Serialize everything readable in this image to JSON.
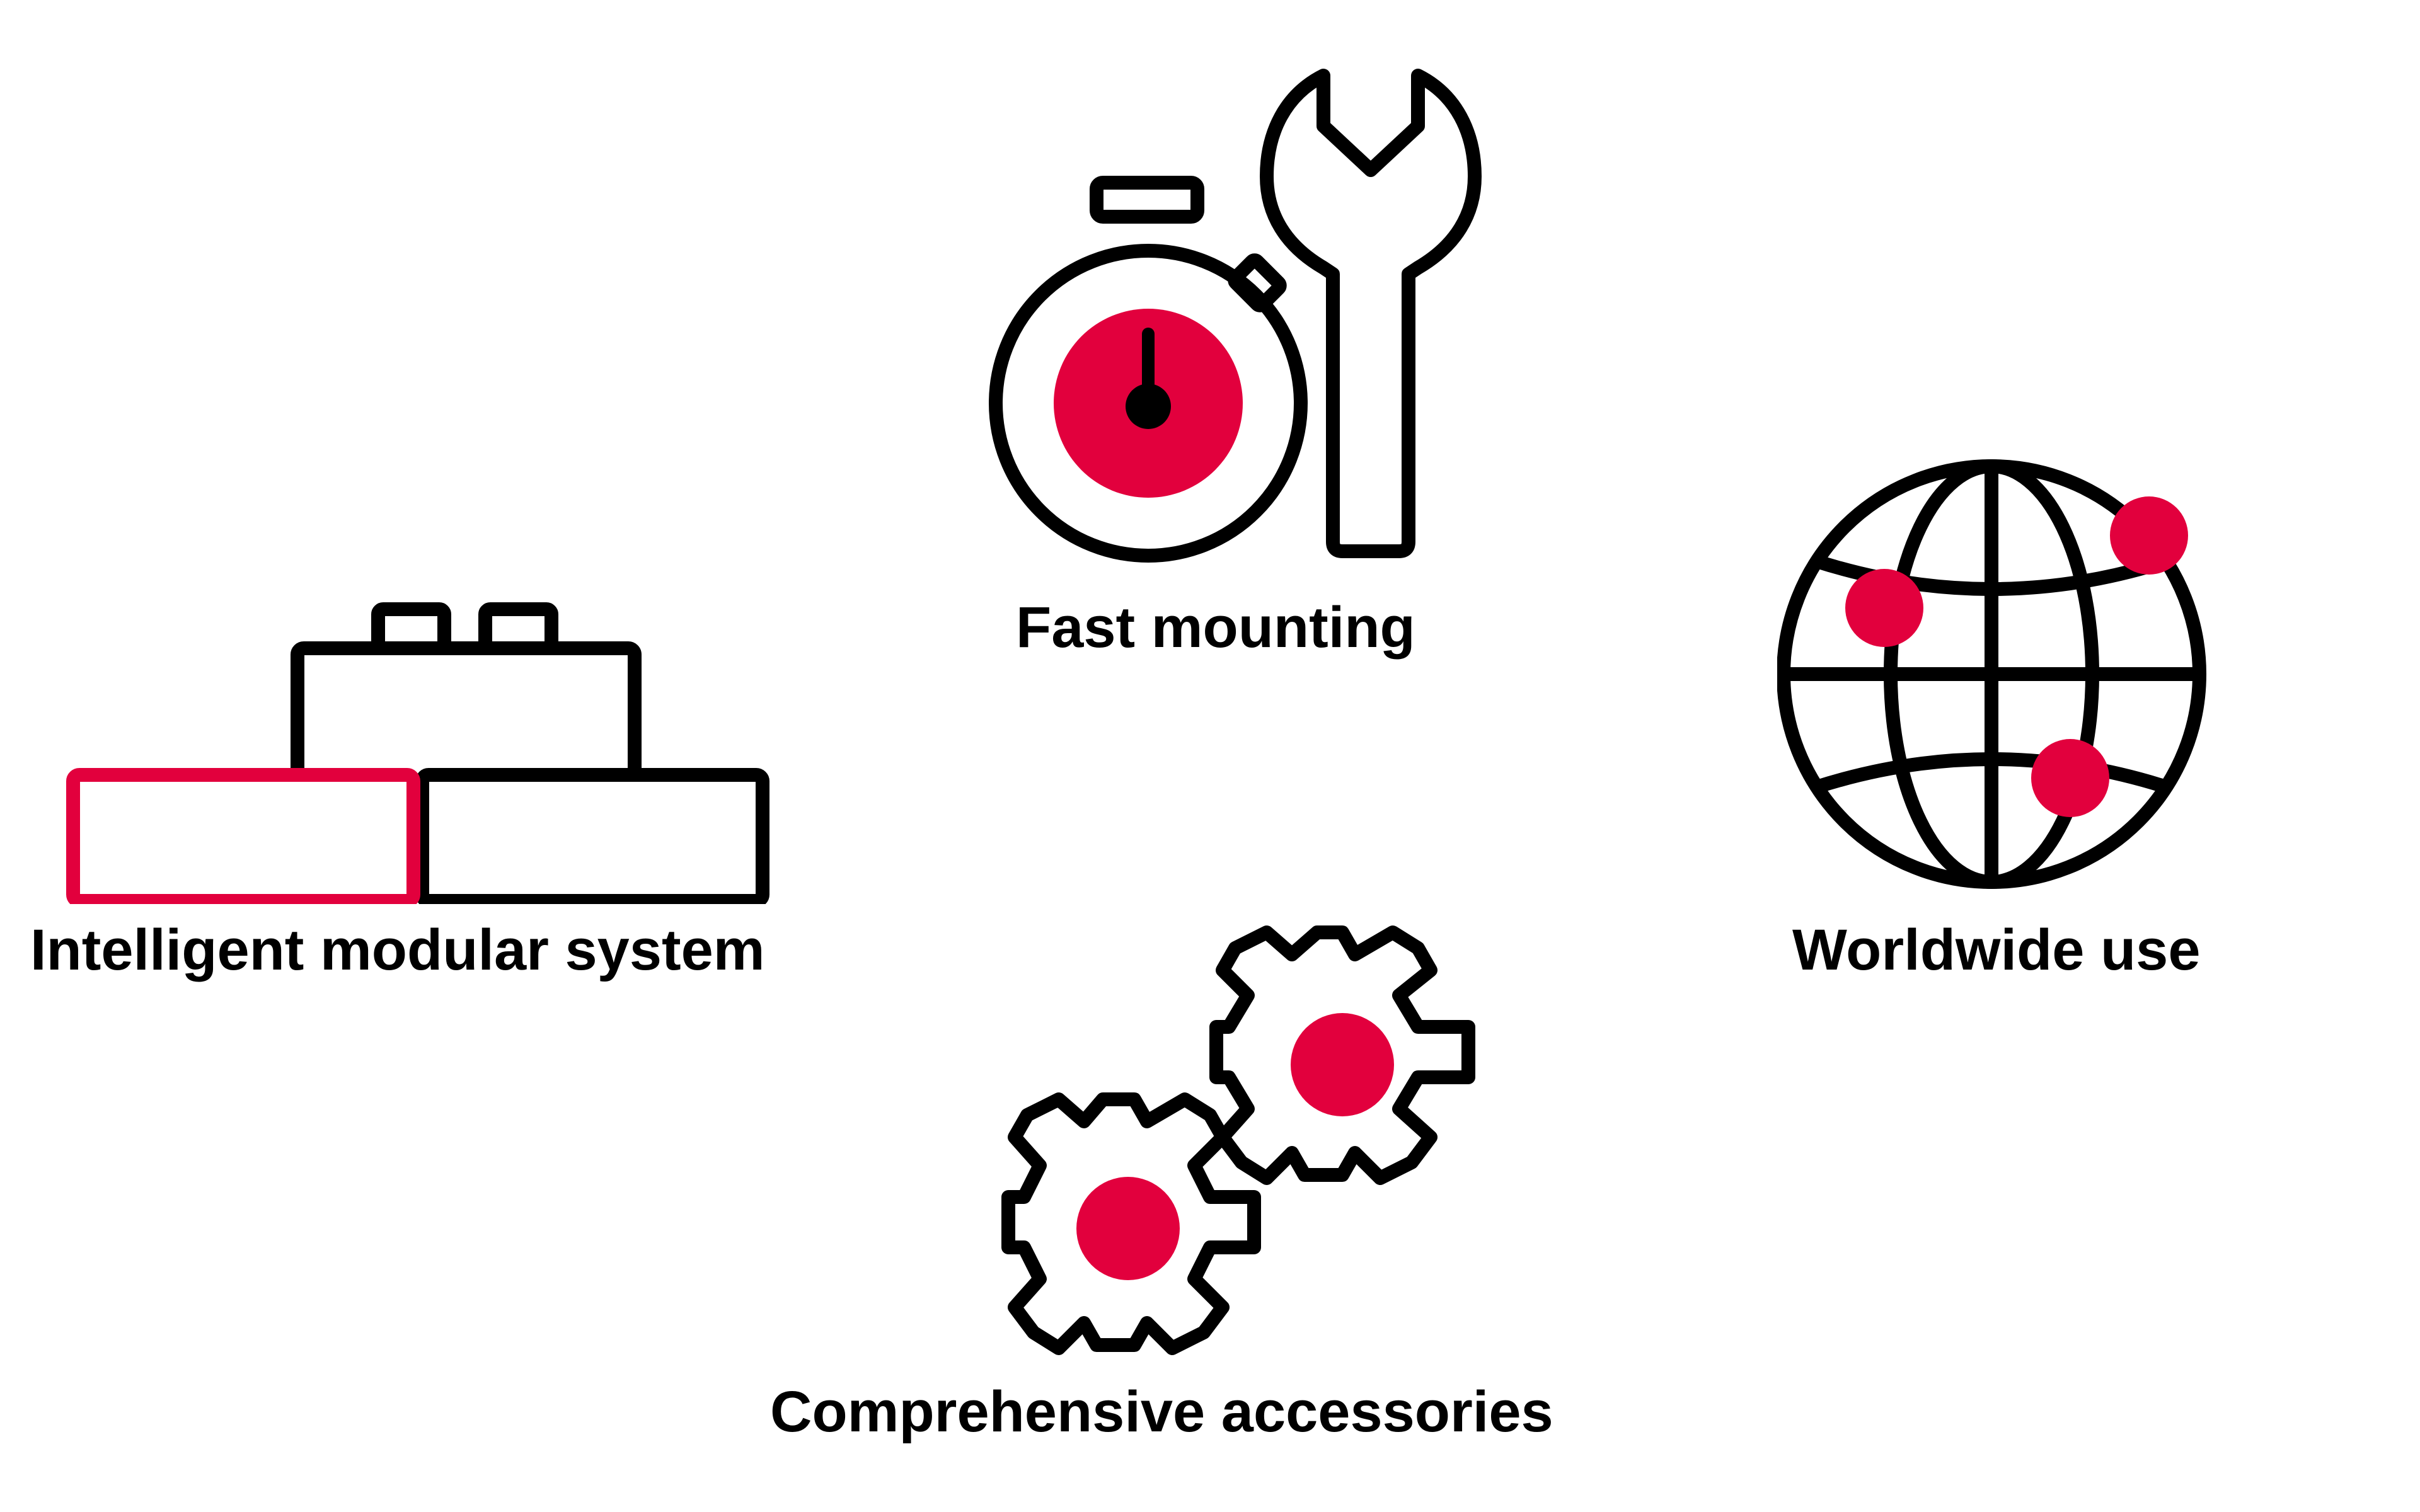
{
  "features": {
    "fast_mounting": {
      "label": "Fast mounting",
      "icon": "stopwatch-wrench-icon"
    },
    "modular_system": {
      "label": "Intelligent modular system",
      "icon": "building-blocks-icon"
    },
    "worldwide_use": {
      "label": "Worldwide use",
      "icon": "globe-icon"
    },
    "accessories": {
      "label": "Comprehensive accessories",
      "icon": "gears-icon"
    }
  },
  "colors": {
    "accent": "#E2003D",
    "stroke": "#000000",
    "background": "#FFFFFF"
  }
}
